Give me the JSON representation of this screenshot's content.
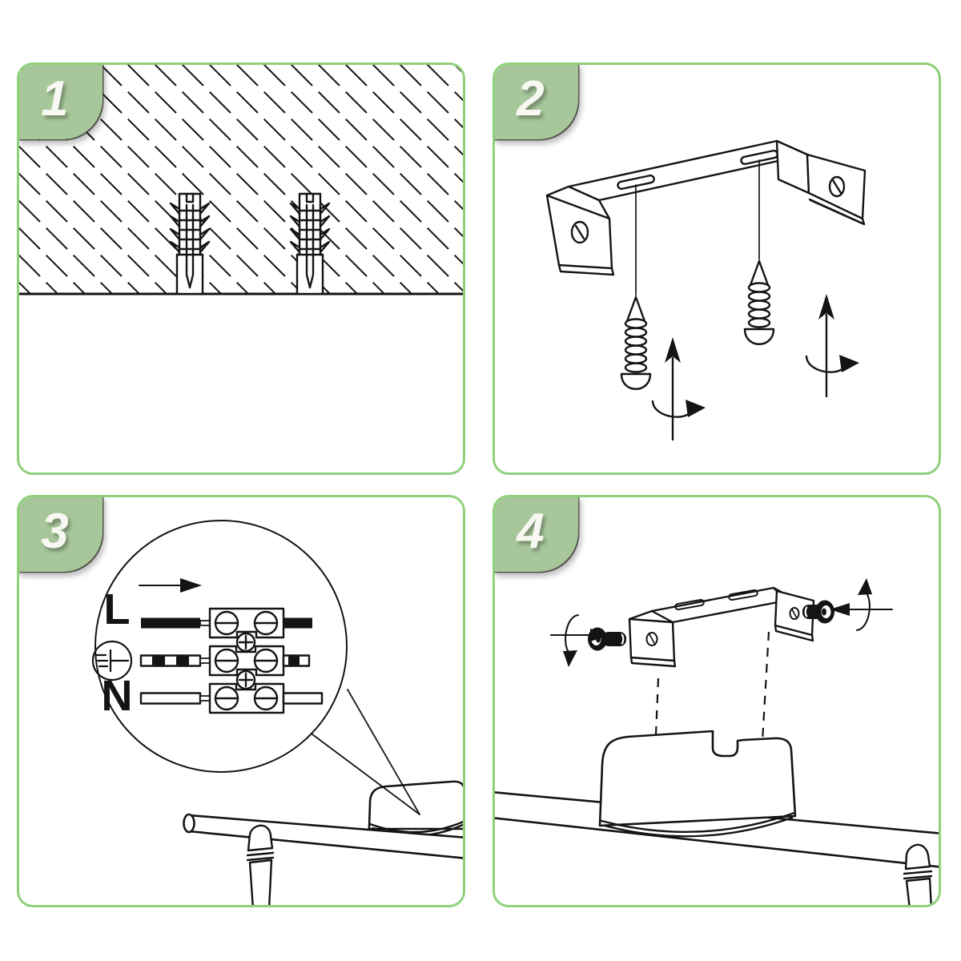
{
  "colors": {
    "panel_border": "#8fd07c",
    "badge_fill": "#a7c79a",
    "badge_number_color": "#f8f8f2",
    "line_color": "#141414",
    "background": "#ffffff"
  },
  "steps": [
    {
      "number": "1",
      "illustration": "two-wall-plugs-inserted-in-hatched-ceiling-cross-section",
      "icons": [
        "wall-plug-icon",
        "hatched-ceiling-icon"
      ]
    },
    {
      "number": "2",
      "illustration": "mounting-bracket-with-two-screws-driven-upward",
      "icons": [
        "mounting-bracket-icon",
        "screw-icon",
        "rotation-arrow-up-icon"
      ]
    },
    {
      "number": "3",
      "illustration": "magnified-terminal-block-wiring-detail-above-fixture-canopy",
      "wiring": {
        "line_label": "L",
        "neutral_label": "N",
        "earth_icon": "earth-ground-icon",
        "insert_direction_icon": "arrow-right-icon"
      },
      "icons": [
        "magnifier-circle-icon",
        "terminal-block-icon",
        "earth-ground-icon",
        "arrow-right-icon"
      ]
    },
    {
      "number": "4",
      "illustration": "bracket-fastened-to-fixture-canopy-with-side-screws",
      "icons": [
        "mounting-bracket-icon",
        "machine-screw-icon",
        "rotation-arrow-icon",
        "dashed-alignment-line-icon"
      ]
    }
  ]
}
